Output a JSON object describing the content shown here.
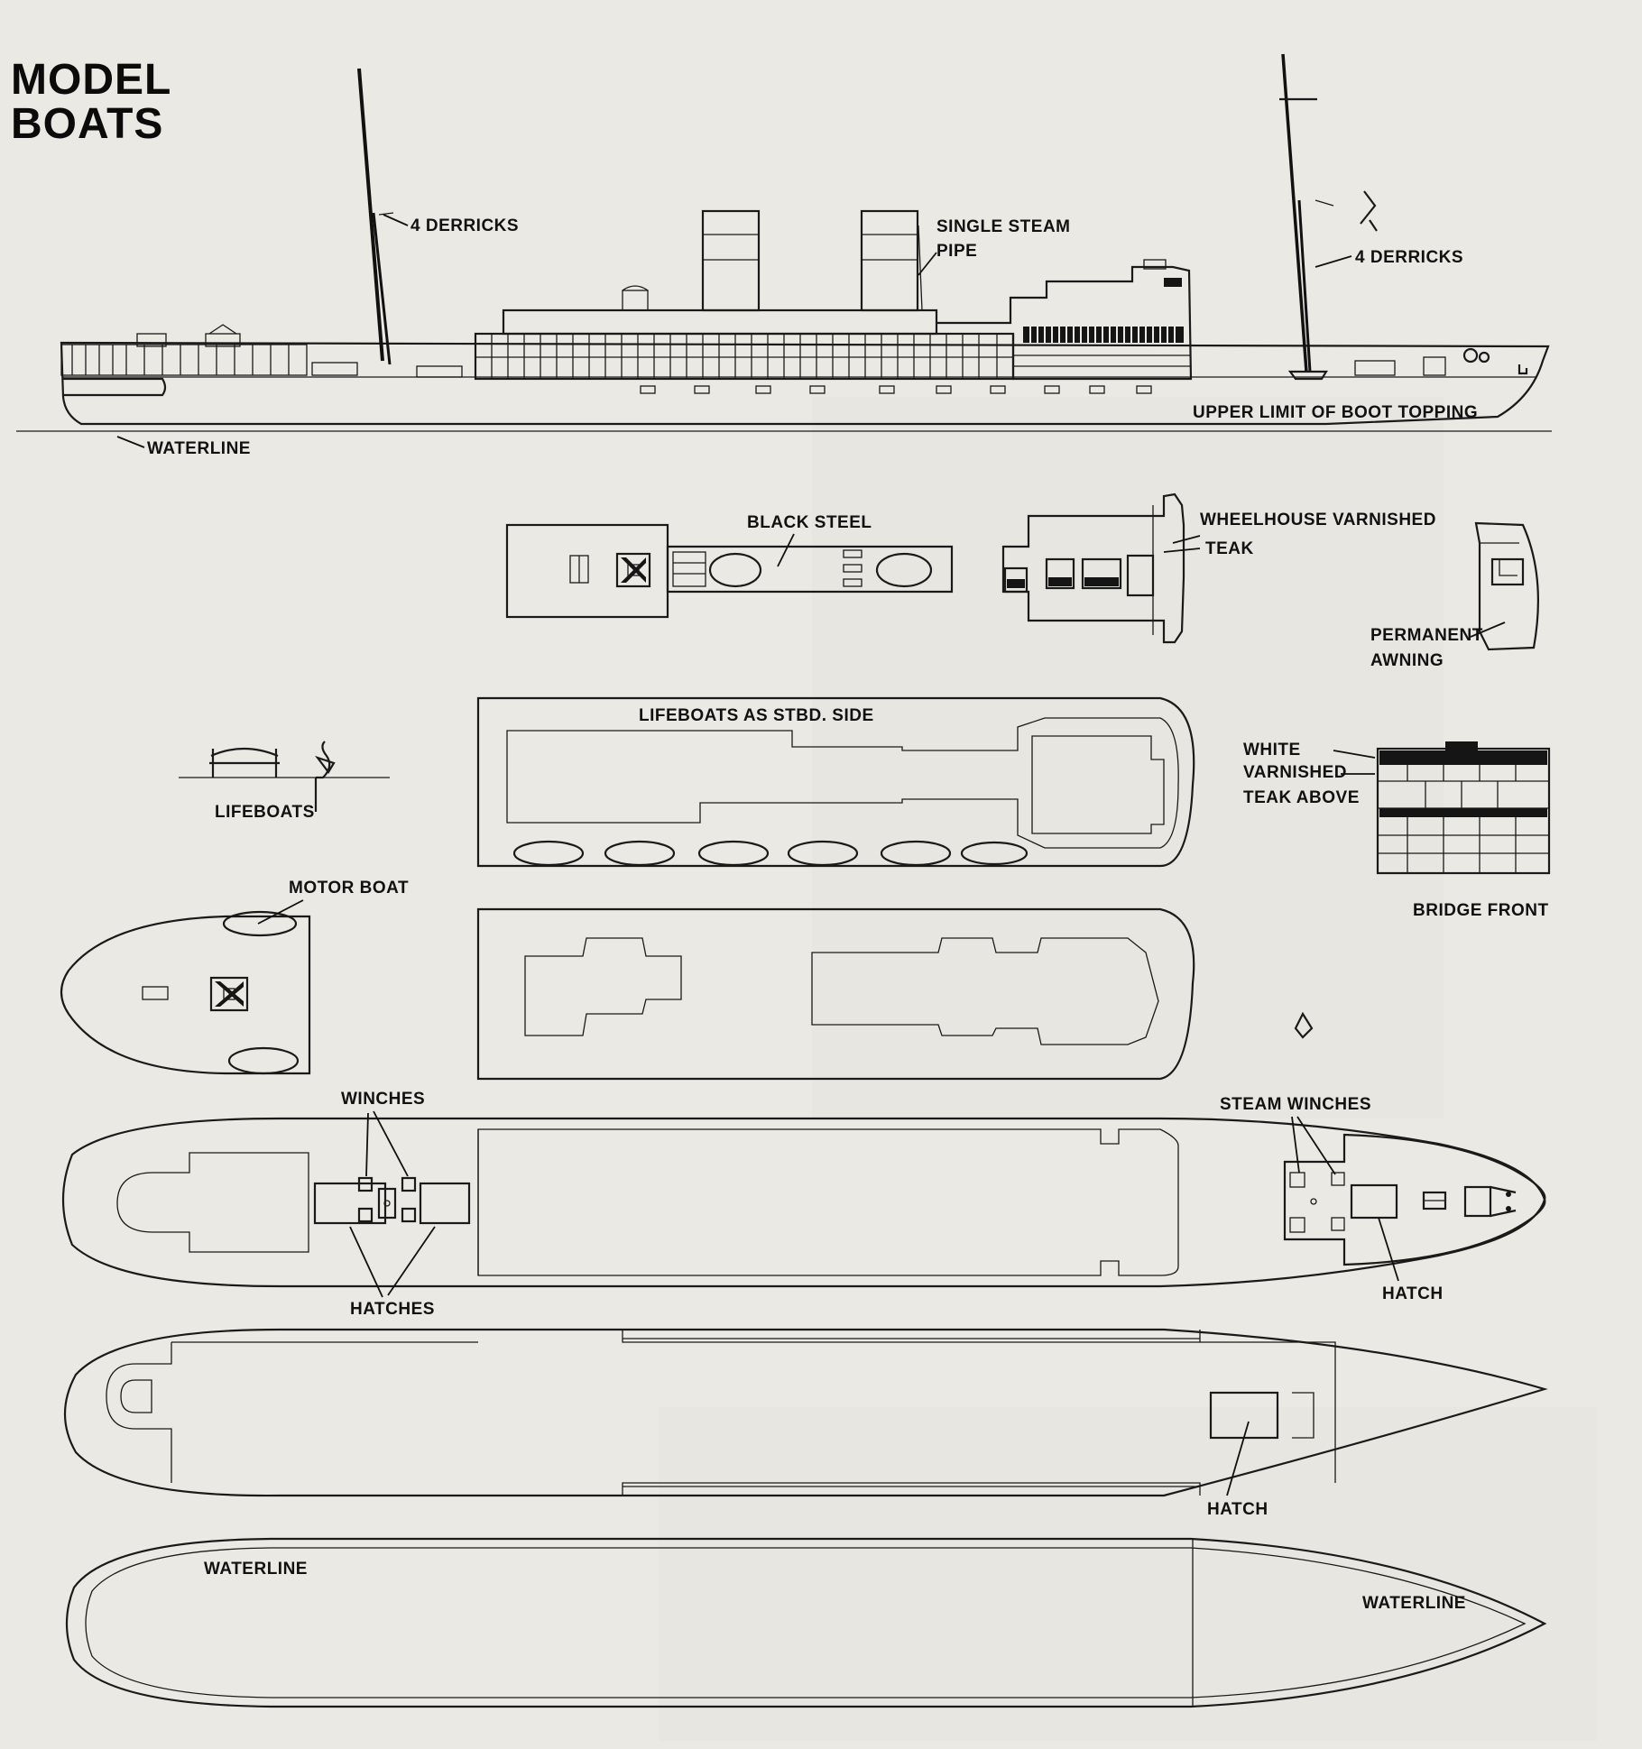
{
  "page": {
    "title_line1": "MODEL",
    "title_line2": "BOATS"
  },
  "labels": {
    "derricks_aft": "4 DERRICKS",
    "derricks_fwd": "4 DERRICKS",
    "single_steam_pipe_1": "SINGLE STEAM",
    "single_steam_pipe_2": "PIPE",
    "waterline_profile": "WATERLINE",
    "boot_topping": "UPPER LIMIT OF BOOT TOPPING",
    "black_steel": "BLACK STEEL",
    "wheelhouse_1": "WHEELHOUSE VARNISHED",
    "wheelhouse_2": "TEAK",
    "permanent_awning_1": "PERMANENT",
    "permanent_awning_2": "AWNING",
    "lifeboats_stbd": "LIFEBOATS AS STBD. SIDE",
    "lifeboats": "LIFEBOATS",
    "white_varnished_1": "WHITE",
    "white_varnished_2": "VARNISHED",
    "white_varnished_3": "TEAK ABOVE",
    "bridge_front": "BRIDGE FRONT",
    "motor_boat": "MOTOR BOAT",
    "winches": "WINCHES",
    "hatches": "HATCHES",
    "steam_winches": "STEAM WINCHES",
    "hatch_1": "HATCH",
    "hatch_2": "HATCH",
    "waterline_plan_aft": "WATERLINE",
    "waterline_plan_fwd": "WATERLINE"
  },
  "colors": {
    "paper": "#eae9e4",
    "ink": "#1a1a1a"
  }
}
